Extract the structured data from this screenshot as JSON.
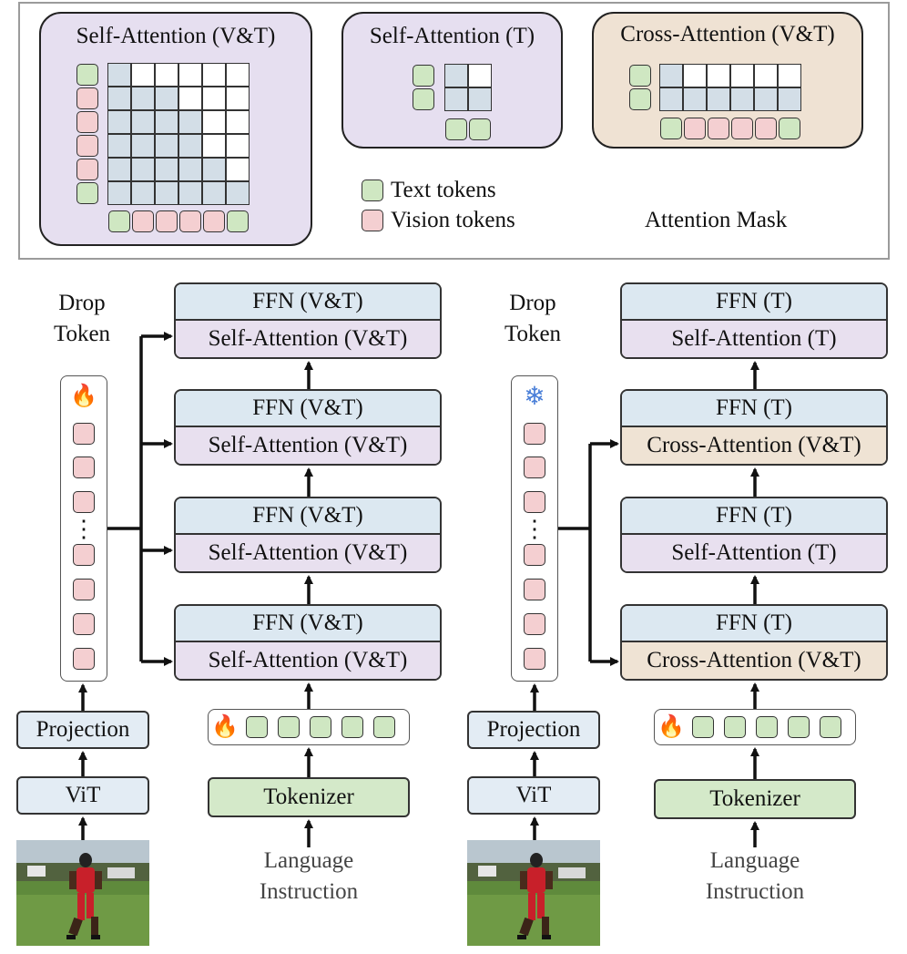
{
  "attention_panels": {
    "sa_vt": {
      "title": "Self-Attention (V&T)"
    },
    "sa_t": {
      "title": "Self-Attention (T)"
    },
    "ca_vt": {
      "title": "Cross-Attention (V&T)"
    }
  },
  "legend": {
    "text_tokens": "Text tokens",
    "vision_tokens": "Vision tokens",
    "mask_label": "Attention Mask"
  },
  "colors": {
    "text_token": "#cfe7c2",
    "vision_token": "#f4cfd1",
    "mask_on": "#d3dee7",
    "ffn": "#dce8f1",
    "self_attention": "#e8e0ef",
    "cross_attention": "#efe3d4",
    "panel_sa": "#e6dff0",
    "panel_ca": "#efe2d3"
  },
  "left_model": {
    "drop_token": "Drop Token",
    "drop_token_line1": "Drop",
    "drop_token_line2": "Token",
    "status_icon": "fire-icon",
    "layers": [
      {
        "ffn": "FFN (V&T)",
        "attn": "Self-Attention (V&T)"
      },
      {
        "ffn": "FFN (V&T)",
        "attn": "Self-Attention (V&T)"
      },
      {
        "ffn": "FFN (V&T)",
        "attn": "Self-Attention (V&T)"
      },
      {
        "ffn": "FFN (V&T)",
        "attn": "Self-Attention (V&T)"
      }
    ],
    "projection": "Projection",
    "vit": "ViT",
    "tokenizer": "Tokenizer",
    "instruction_line1": "Language",
    "instruction_line2": "Instruction"
  },
  "right_model": {
    "drop_token_line1": "Drop",
    "drop_token_line2": "Token",
    "status_icon": "snowflake-icon",
    "layers": [
      {
        "ffn": "FFN (T)",
        "attn": "Self-Attention (T)"
      },
      {
        "ffn": "FFN (T)",
        "attn": "Cross-Attention (V&T)"
      },
      {
        "ffn": "FFN (T)",
        "attn": "Self-Attention (T)"
      },
      {
        "ffn": "FFN (T)",
        "attn": "Cross-Attention (V&T)"
      }
    ],
    "projection": "Projection",
    "vit": "ViT",
    "tokenizer": "Tokenizer",
    "instruction_line1": "Language",
    "instruction_line2": "Instruction"
  },
  "glyphs": {
    "ellipsis": "⋮",
    "fire": "🔥",
    "snowflake": "❄"
  }
}
